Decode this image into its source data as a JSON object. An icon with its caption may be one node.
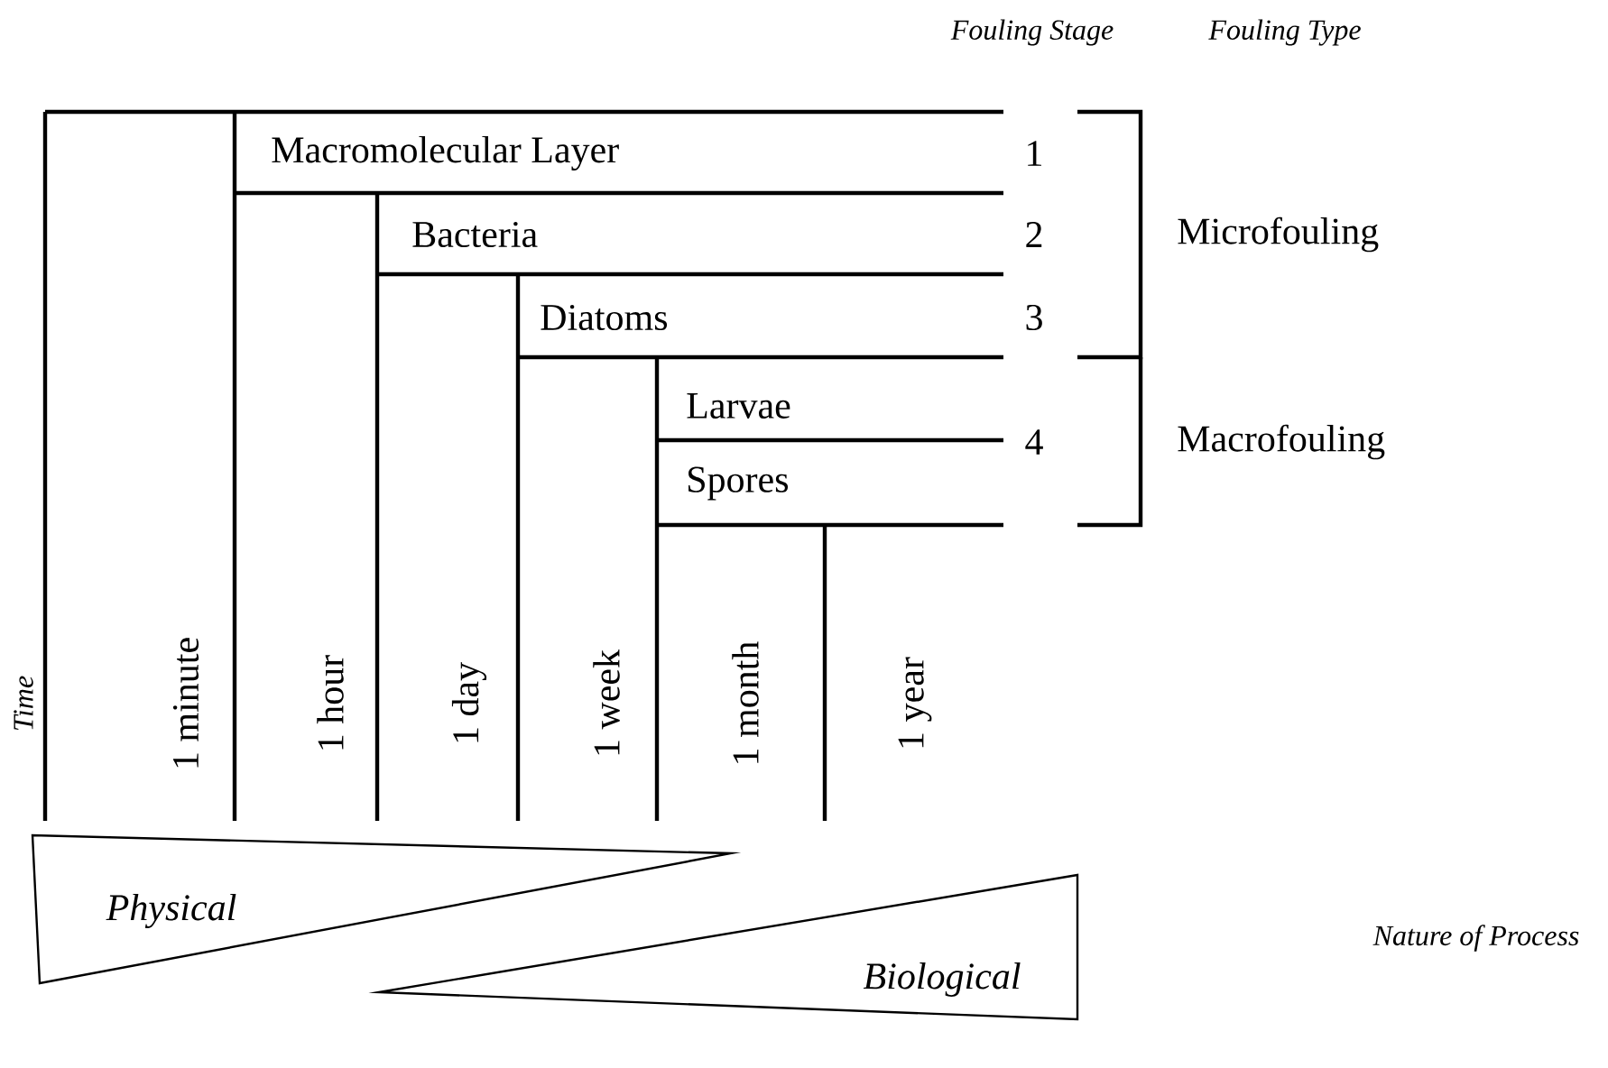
{
  "diagram": {
    "nodes": [
      {
        "text": [
          "Physical"
        ]
      },
      {
        "text": [
          "Biological"
        ]
      }
    ],
    "labels": [
      "Fouling Stage",
      "Fouling Type",
      "Macromolecular Layer",
      "1",
      "Bacteria",
      "2",
      "Microfouling",
      "Diatoms",
      "3",
      "Larvae",
      "4",
      "Macrofouling",
      "Spores",
      "Time",
      "1 minute",
      "1 hour",
      "1 day",
      "1 week",
      "1 month",
      "1 year",
      "Nature of Process"
    ]
  }
}
